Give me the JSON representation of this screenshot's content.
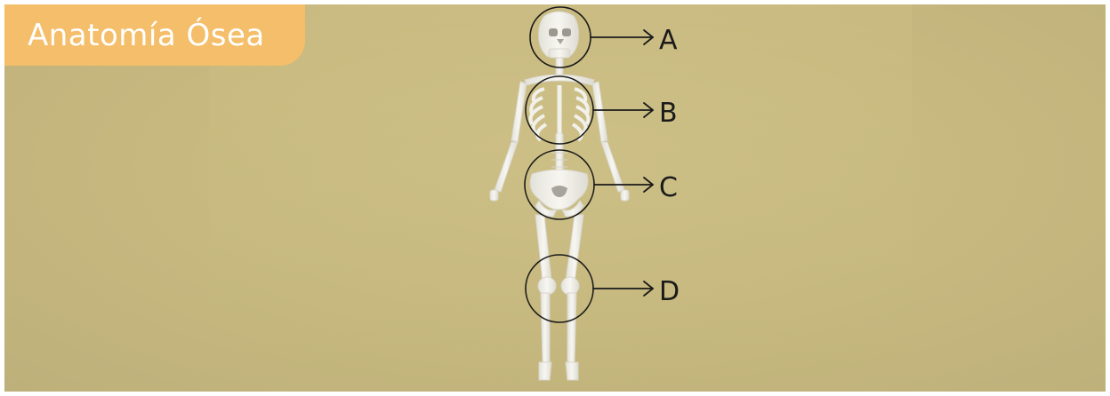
{
  "header": {
    "title": "Anatomía Ósea"
  },
  "diagram": {
    "labels": [
      "A",
      "B",
      "C",
      "D"
    ],
    "colors": {
      "background": "#c9bb81",
      "title_tab": "#f4be6a",
      "title_text": "#ffffff",
      "bone": "#f1f0ea",
      "outline": "#1a1a1a"
    }
  }
}
